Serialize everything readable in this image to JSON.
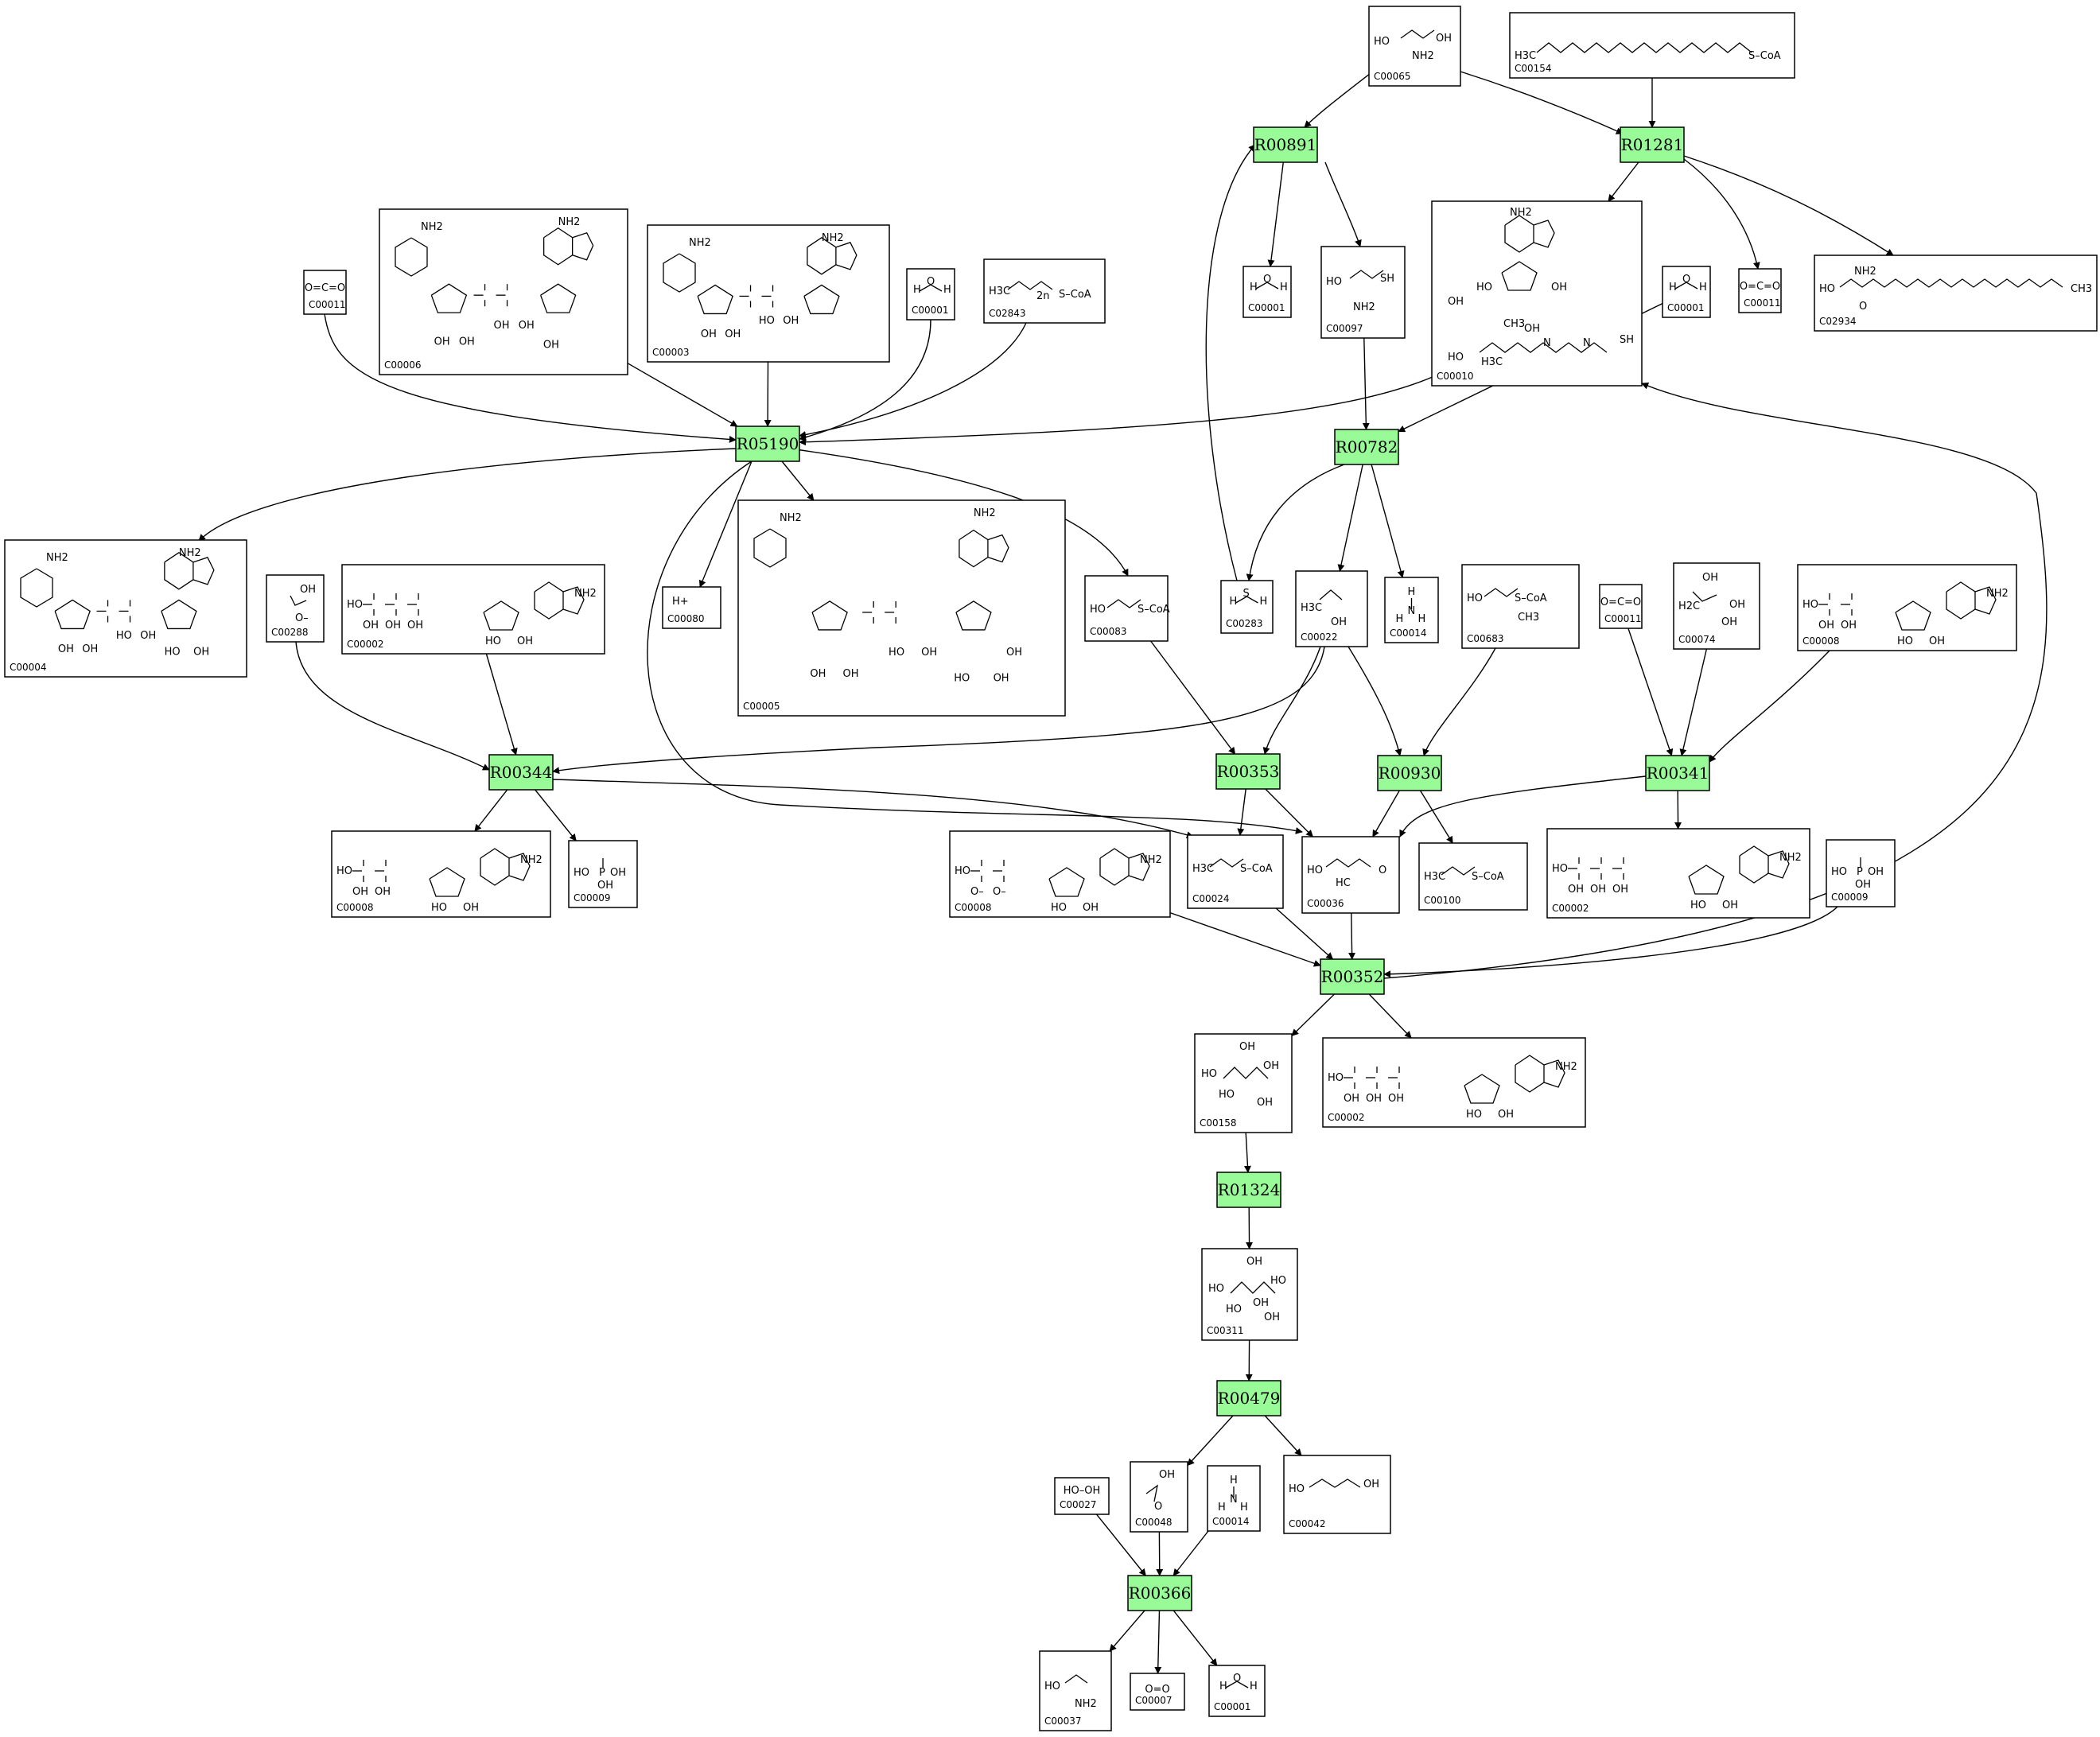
{
  "colors": {
    "reaction_fill": "#98fb98",
    "stroke": "#000000",
    "background": "#ffffff"
  },
  "reactions": [
    {
      "id": "R00891",
      "label": "R00891"
    },
    {
      "id": "R01281",
      "label": "R01281"
    },
    {
      "id": "R05190",
      "label": "R05190"
    },
    {
      "id": "R00782",
      "label": "R00782"
    },
    {
      "id": "R00344",
      "label": "R00344"
    },
    {
      "id": "R00353",
      "label": "R00353"
    },
    {
      "id": "R00930",
      "label": "R00930"
    },
    {
      "id": "R00341",
      "label": "R00341"
    },
    {
      "id": "R00352",
      "label": "R00352"
    },
    {
      "id": "R01324",
      "label": "R01324"
    },
    {
      "id": "R00479",
      "label": "R00479"
    },
    {
      "id": "R00366",
      "label": "R00366"
    }
  ],
  "compounds": [
    {
      "key": "c00065",
      "label": "C00065",
      "formula": [
        "HO",
        "OH",
        "NH2"
      ]
    },
    {
      "key": "c00154",
      "label": "C00154",
      "formula": [
        "H3C",
        "S–CoA"
      ]
    },
    {
      "key": "c00011a",
      "label": "C00011",
      "formula": [
        "O=C=O"
      ]
    },
    {
      "key": "c00006",
      "label": "C00006",
      "formula": [
        "NH2",
        "NH2",
        "OH",
        "OH",
        "OH",
        "OH",
        "OH"
      ]
    },
    {
      "key": "c00003a",
      "label": "C00003",
      "formula": [
        "NH2",
        "NH2",
        "OH",
        "OH",
        "HO",
        "OH"
      ]
    },
    {
      "key": "c00001a",
      "label": "C00001",
      "formula": [
        "H",
        "O",
        "H"
      ]
    },
    {
      "key": "c02843",
      "label": "C02843",
      "formula": [
        "H3C",
        "2n",
        "S–CoA"
      ]
    },
    {
      "key": "c00001b",
      "label": "C00001",
      "formula": [
        "H",
        "O",
        "H"
      ]
    },
    {
      "key": "c00097",
      "label": "C00097",
      "formula": [
        "HO",
        "NH2",
        "SH"
      ]
    },
    {
      "key": "c00010",
      "label": "C00010",
      "formula": [
        "NH2",
        "OH",
        "HO",
        "OH",
        "HO",
        "H3C",
        "CH3",
        "OH",
        "N",
        "N",
        "SH"
      ]
    },
    {
      "key": "c00001c",
      "label": "C00001",
      "formula": [
        "H",
        "O",
        "H"
      ]
    },
    {
      "key": "c00011b",
      "label": "C00011",
      "formula": [
        "O=C=O"
      ]
    },
    {
      "key": "c02934",
      "label": "C02934",
      "formula": [
        "HO",
        "NH2",
        "O",
        "CH3"
      ]
    },
    {
      "key": "c00004",
      "label": "C00004",
      "formula": [
        "NH2",
        "NH2",
        "OH",
        "OH",
        "HO",
        "OH",
        "HO",
        "OH"
      ]
    },
    {
      "key": "c00288",
      "label": "C00288",
      "formula": [
        "OH",
        "O–"
      ]
    },
    {
      "key": "c00002a",
      "label": "C00002",
      "formula": [
        "HO",
        "OH",
        "OH",
        "OH",
        "NH2",
        "HO",
        "OH"
      ]
    },
    {
      "key": "c00080",
      "label": "C00080",
      "formula": [
        "H+"
      ]
    },
    {
      "key": "c00005",
      "label": "C00005",
      "formula": [
        "NH2",
        "NH2",
        "OH",
        "OH",
        "HO",
        "OH",
        "HO",
        "OH",
        "OH"
      ]
    },
    {
      "key": "c00083",
      "label": "C00083",
      "formula": [
        "HO",
        "S–CoA"
      ]
    },
    {
      "key": "c00283",
      "label": "C00283",
      "formula": [
        "H",
        "S",
        "H"
      ]
    },
    {
      "key": "c00022",
      "label": "C00022",
      "formula": [
        "H3C",
        "OH"
      ]
    },
    {
      "key": "c00014a",
      "label": "C00014",
      "formula": [
        "H",
        "N",
        "H",
        "H"
      ]
    },
    {
      "key": "c00683",
      "label": "C00683",
      "formula": [
        "HO",
        "S–CoA",
        "CH3"
      ]
    },
    {
      "key": "c00011c",
      "label": "C00011",
      "formula": [
        "O=C=O"
      ]
    },
    {
      "key": "c00074",
      "label": "C00074",
      "formula": [
        "OH",
        "H2C",
        "OH",
        "OH"
      ]
    },
    {
      "key": "c00008a",
      "label": "C00008",
      "formula": [
        "HO",
        "OH",
        "OH",
        "NH2",
        "HO",
        "OH"
      ]
    },
    {
      "key": "c00008b",
      "label": "C00008",
      "formula": [
        "HO",
        "OH",
        "OH",
        "NH2",
        "HO",
        "OH"
      ]
    },
    {
      "key": "c00009a",
      "label": "C00009",
      "formula": [
        "HO",
        "OH",
        "OH"
      ]
    },
    {
      "key": "c00008c",
      "label": "C00008",
      "formula": [
        "HO",
        "O–",
        "O–",
        "NH2",
        "HO",
        "OH"
      ]
    },
    {
      "key": "c00024",
      "label": "C00024",
      "formula": [
        "H3C",
        "S–CoA"
      ]
    },
    {
      "key": "c00036",
      "label": "C00036",
      "formula": [
        "HO",
        "HC",
        "O"
      ]
    },
    {
      "key": "c00100",
      "label": "C00100",
      "formula": [
        "H3C",
        "S–CoA"
      ]
    },
    {
      "key": "c00002b",
      "label": "C00002",
      "formula": [
        "HO",
        "OH",
        "OH",
        "OH",
        "NH2",
        "HO",
        "OH"
      ]
    },
    {
      "key": "c00009b",
      "label": "C00009",
      "formula": [
        "HO",
        "OH",
        "OH"
      ]
    },
    {
      "key": "c00158",
      "label": "C00158",
      "formula": [
        "HO",
        "OH",
        "HO",
        "OH",
        "OH"
      ]
    },
    {
      "key": "c00002c",
      "label": "C00002",
      "formula": [
        "HO",
        "OH",
        "OH",
        "OH",
        "NH2",
        "HO",
        "OH"
      ]
    },
    {
      "key": "c00311",
      "label": "C00311",
      "formula": [
        "HO",
        "OH",
        "HO",
        "OH",
        "HO",
        "OH"
      ]
    },
    {
      "key": "c00027",
      "label": "C00027",
      "formula": [
        "HO–OH"
      ]
    },
    {
      "key": "c00048",
      "label": "C00048",
      "formula": [
        "OH",
        "O"
      ]
    },
    {
      "key": "c00014b",
      "label": "C00014",
      "formula": [
        "H",
        "N",
        "H",
        "H"
      ]
    },
    {
      "key": "c00042",
      "label": "C00042",
      "formula": [
        "HO",
        "OH"
      ]
    },
    {
      "key": "c00037",
      "label": "C00037",
      "formula": [
        "HO",
        "NH2"
      ]
    },
    {
      "key": "c00007",
      "label": "C00007",
      "formula": [
        "O=O"
      ]
    },
    {
      "key": "c00001d",
      "label": "C00001",
      "formula": [
        "H",
        "O",
        "H"
      ]
    }
  ],
  "edges": [
    [
      "c00065",
      "R00891"
    ],
    [
      "c00065",
      "R01281"
    ],
    [
      "c00154",
      "R01281"
    ],
    [
      "R00891",
      "c00001b"
    ],
    [
      "R00891",
      "c00097"
    ],
    [
      "R01281",
      "c00010"
    ],
    [
      "R01281",
      "c00011b"
    ],
    [
      "R01281",
      "c02934"
    ],
    [
      "c00011a",
      "R05190"
    ],
    [
      "c00006",
      "R05190"
    ],
    [
      "c00003a",
      "R05190"
    ],
    [
      "c00001a",
      "R05190"
    ],
    [
      "c02843",
      "R05190"
    ],
    [
      "c00010",
      "R05190"
    ],
    [
      "c00097",
      "R00782"
    ],
    [
      "c00001c",
      "R00782"
    ],
    [
      "R05190",
      "c00004"
    ],
    [
      "R05190",
      "c00080"
    ],
    [
      "R05190",
      "c00005"
    ],
    [
      "R05190",
      "c00083"
    ],
    [
      "R05190",
      "c00036"
    ],
    [
      "R00782",
      "c00283"
    ],
    [
      "R00782",
      "c00022"
    ],
    [
      "R00782",
      "c00014a"
    ],
    [
      "c00283",
      "R00891"
    ],
    [
      "c00288",
      "R00344"
    ],
    [
      "c00002a",
      "R00344"
    ],
    [
      "c00022",
      "R00344"
    ],
    [
      "R00344",
      "c00008a"
    ],
    [
      "R00344",
      "c00009a"
    ],
    [
      "R00344",
      "c00024"
    ],
    [
      "c00083",
      "R00353"
    ],
    [
      "c00022",
      "R00353"
    ],
    [
      "R00353",
      "c00024"
    ],
    [
      "R00353",
      "c00036"
    ],
    [
      "c00022",
      "R00930"
    ],
    [
      "c00683",
      "R00930"
    ],
    [
      "R00930",
      "c00036"
    ],
    [
      "R00930",
      "c00100"
    ],
    [
      "c00011c",
      "R00341"
    ],
    [
      "c00074",
      "R00341"
    ],
    [
      "c00008b",
      "R00341"
    ],
    [
      "R00341",
      "c00002b"
    ],
    [
      "R00341",
      "c00036"
    ],
    [
      "c00008c",
      "R00352"
    ],
    [
      "c00024",
      "R00352"
    ],
    [
      "c00036",
      "R00352"
    ],
    [
      "c00009b",
      "R00352"
    ],
    [
      "R00352",
      "c00158"
    ],
    [
      "R00352",
      "c00002c"
    ],
    [
      "R00352",
      "c00010"
    ],
    [
      "c00158",
      "R01324"
    ],
    [
      "R01324",
      "c00311"
    ],
    [
      "c00311",
      "R00479"
    ],
    [
      "R00479",
      "c00048"
    ],
    [
      "R00479",
      "c00042"
    ],
    [
      "c00027",
      "R00366"
    ],
    [
      "c00048",
      "R00366"
    ],
    [
      "c00014b",
      "R00366"
    ],
    [
      "R00366",
      "c00037"
    ],
    [
      "R00366",
      "c00007"
    ],
    [
      "R00366",
      "c00001d"
    ]
  ]
}
